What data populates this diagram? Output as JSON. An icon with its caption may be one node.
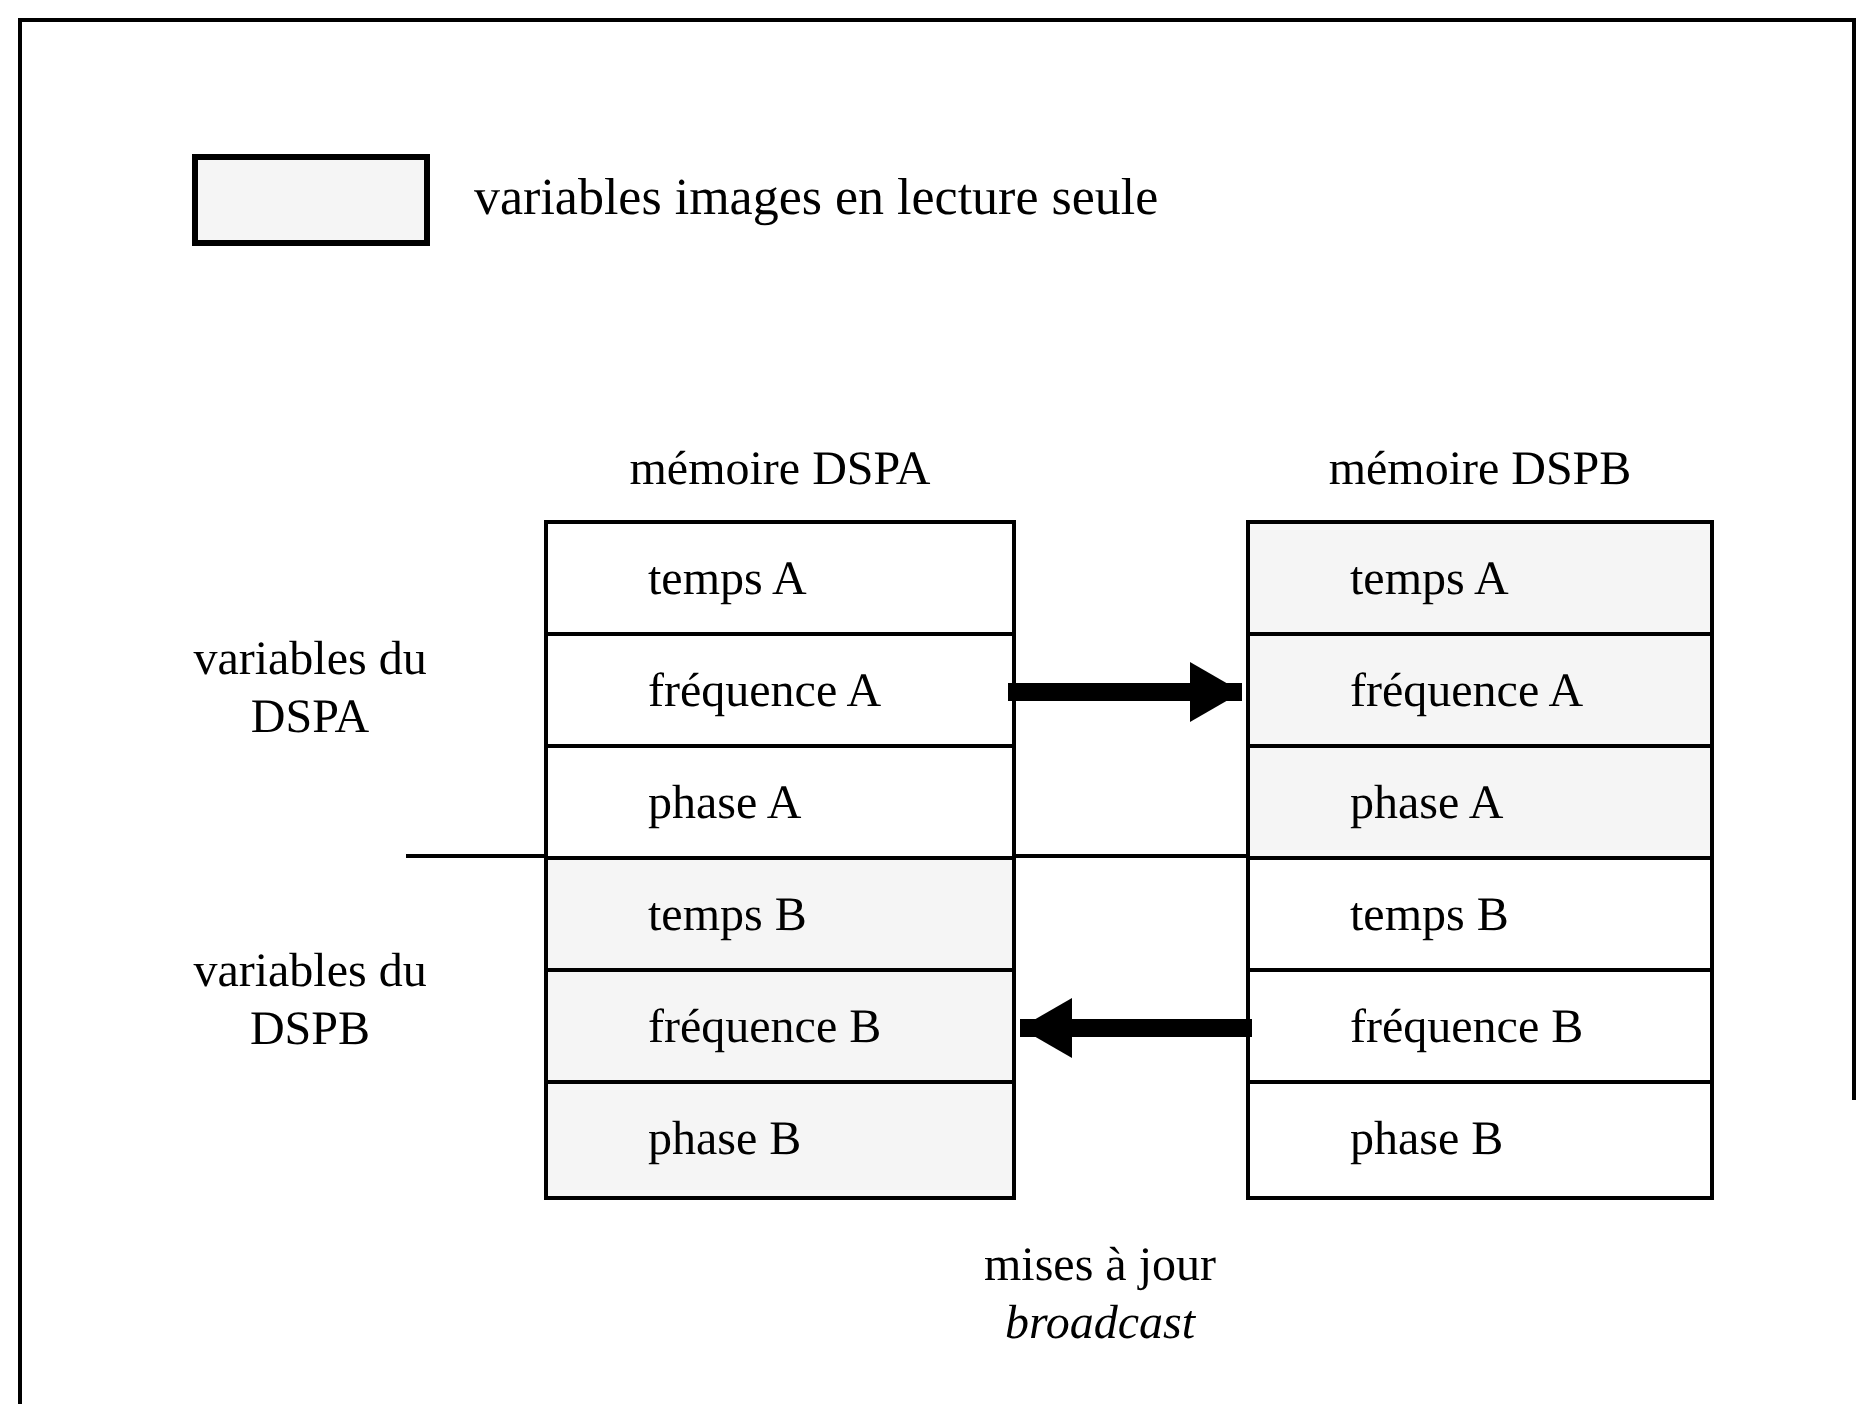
{
  "diagram": {
    "nodes": [
      {
        "text": [
          "mémoire DSPA"
        ]
      },
      {
        "text": [
          "temps A"
        ],
        "in": 0
      },
      {
        "text": [
          "fréquence A"
        ],
        "in": 0
      },
      {
        "text": [
          "phase A"
        ],
        "in": 0
      },
      {
        "text": [
          "temps B"
        ],
        "in": 0
      },
      {
        "text": [
          "fréquence B"
        ],
        "in": 0
      },
      {
        "text": [
          "phase B"
        ],
        "in": 0
      },
      {
        "text": [
          "mémoire DSPB"
        ]
      },
      {
        "text": [
          "temps A"
        ],
        "in": 7
      },
      {
        "text": [
          "fréquence A"
        ],
        "in": 7
      },
      {
        "text": [
          "phase A"
        ],
        "in": 7
      },
      {
        "text": [
          "temps B"
        ],
        "in": 7
      },
      {
        "text": [
          "fréquence B"
        ],
        "in": 7
      },
      {
        "text": [
          "phase B"
        ],
        "in": 7
      }
    ],
    "edges": [
      {
        "from": 2,
        "to": 9,
        "arrow": "to"
      },
      {
        "from": 12,
        "to": 5,
        "arrow": "to"
      }
    ],
    "labels": [
      "variables du DSPA",
      "variables du DSPB",
      "mises à jour *broadcast*"
    ],
    "legend": [
      {
        "text": "variables images en lecture seule",
        "color": "#f5f5f5"
      }
    ]
  }
}
